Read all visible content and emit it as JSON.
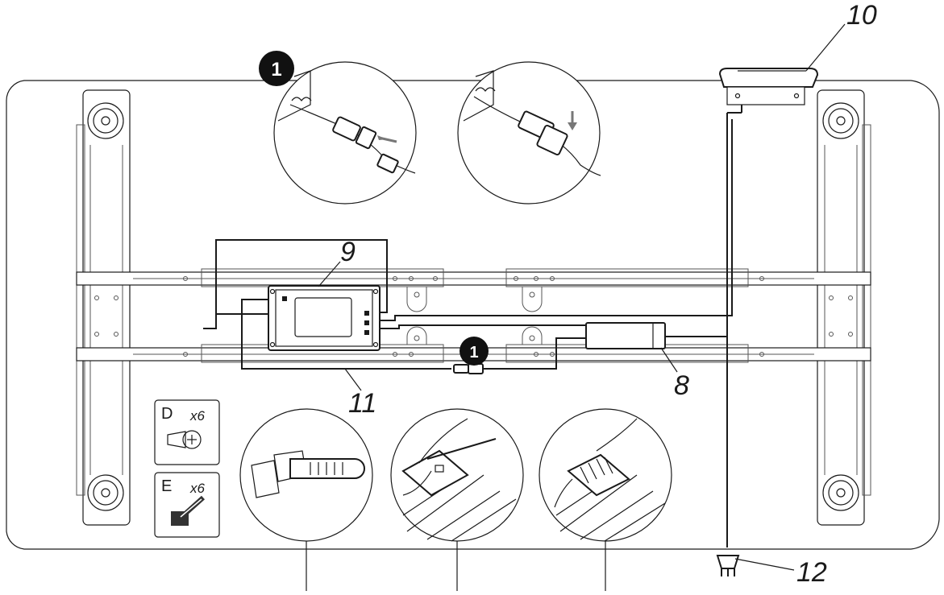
{
  "step_badges": [
    {
      "id": "top",
      "text": "1"
    },
    {
      "id": "middle",
      "text": "1"
    }
  ],
  "callouts": {
    "handset": "10",
    "control_box": "9",
    "power_supply": "8",
    "motor_cable": "11",
    "power_plug": "12"
  },
  "hardware_kit": [
    {
      "letter": "D",
      "qty": "x6"
    },
    {
      "letter": "E",
      "qty": "x6"
    }
  ],
  "colors": {
    "line": "#1a1a1a",
    "badge": "#111111",
    "background": "#ffffff"
  }
}
